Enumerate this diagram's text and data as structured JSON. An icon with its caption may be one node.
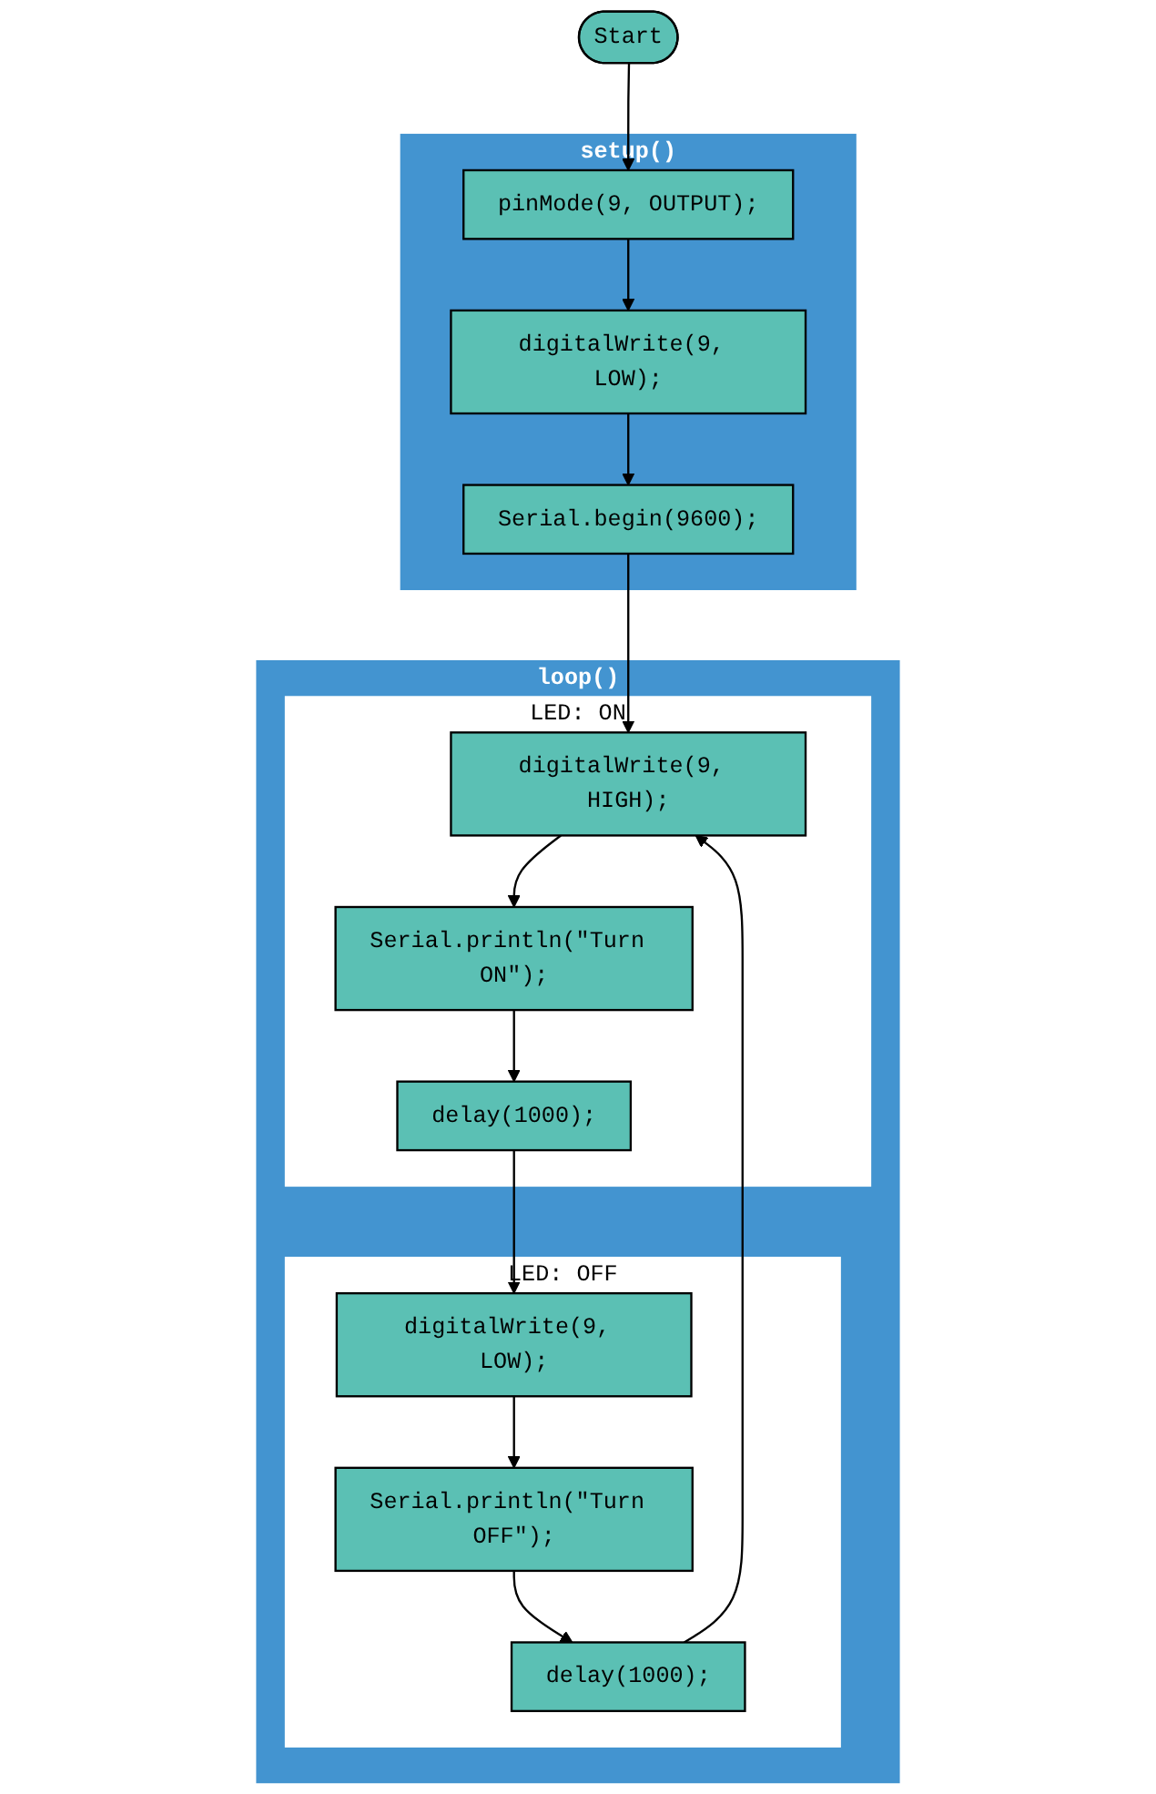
{
  "diagram": {
    "nodes": [
      {
        "text": [
          "Start"
        ]
      },
      {
        "text": [
          "setup()"
        ]
      },
      {
        "text": [
          "pinMode(9, OUTPUT);"
        ],
        "in": 1
      },
      {
        "text": [
          "digitalWrite(9, LOW);"
        ],
        "in": 1
      },
      {
        "text": [
          "Serial.begin(9600);"
        ],
        "in": 1
      },
      {
        "text": [
          "loop()"
        ]
      },
      {
        "text": [
          "LED: ON"
        ],
        "in": 5
      },
      {
        "text": [
          "digitalWrite(9, HIGH);"
        ],
        "in": 6
      },
      {
        "text": [
          "Serial.println(\"Turn ON\");"
        ],
        "in": 6
      },
      {
        "text": [
          "delay(1000);"
        ],
        "in": 6
      },
      {
        "text": [
          "LED: OFF"
        ],
        "in": 5
      },
      {
        "text": [
          "digitalWrite(9, LOW);"
        ],
        "in": 10
      },
      {
        "text": [
          "Serial.println(\"Turn OFF\");"
        ],
        "in": 10
      },
      {
        "text": [
          "delay(1000);"
        ],
        "in": 10
      }
    ],
    "edges": [
      {
        "from": 0,
        "to": 2,
        "arrow": "to"
      },
      {
        "from": 2,
        "to": 3,
        "arrow": "to"
      },
      {
        "from": 3,
        "to": 4,
        "arrow": "to"
      },
      {
        "from": 4,
        "to": 7,
        "arrow": "to"
      },
      {
        "from": 7,
        "to": 8,
        "arrow": "to"
      },
      {
        "from": 8,
        "to": 9,
        "arrow": "to"
      },
      {
        "from": 9,
        "to": 11,
        "arrow": "to"
      },
      {
        "from": 11,
        "to": 12,
        "arrow": "to"
      },
      {
        "from": 12,
        "to": 13,
        "arrow": "to"
      },
      {
        "from": 13,
        "to": 7,
        "arrow": "to"
      }
    ]
  }
}
